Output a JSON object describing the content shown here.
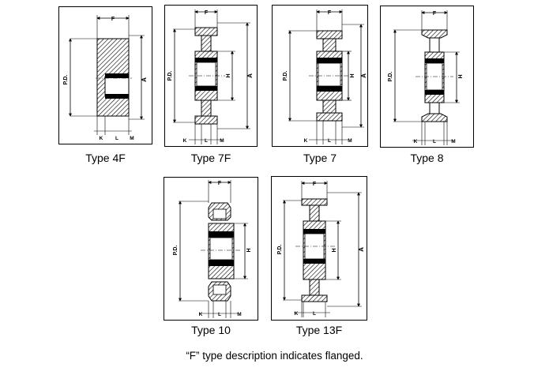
{
  "diagrams": [
    {
      "id": "4f",
      "caption": "Type 4F",
      "dims": {
        "F": "F",
        "PD": "P.D.",
        "A": "A",
        "K": "K",
        "L": "L",
        "M": "M"
      }
    },
    {
      "id": "7f",
      "caption": "Type 7F",
      "dims": {
        "F": "F",
        "PD": "P.D.",
        "A": "A",
        "H": "H",
        "K": "K",
        "L": "L",
        "M": "M"
      }
    },
    {
      "id": "7",
      "caption": "Type 7",
      "dims": {
        "F": "F",
        "PD": "P.D.",
        "A": "A",
        "H": "H",
        "K": "K",
        "L": "L",
        "M": "M"
      }
    },
    {
      "id": "8",
      "caption": "Type 8",
      "dims": {
        "F": "F",
        "PD": "P.D.",
        "H": "H",
        "K": "K",
        "L": "L",
        "M": "M"
      }
    },
    {
      "id": "10",
      "caption": "Type 10",
      "dims": {
        "F": "F",
        "PD": "P.D.",
        "H": "H",
        "K": "K",
        "L": "L",
        "M": "M"
      }
    },
    {
      "id": "13f",
      "caption": "Type 13F",
      "dims": {
        "F": "F",
        "PD": "P.D.",
        "A": "A",
        "H": "H",
        "K": "K",
        "L": "L"
      }
    }
  ],
  "footnote": "“F” type description indicates flanged."
}
